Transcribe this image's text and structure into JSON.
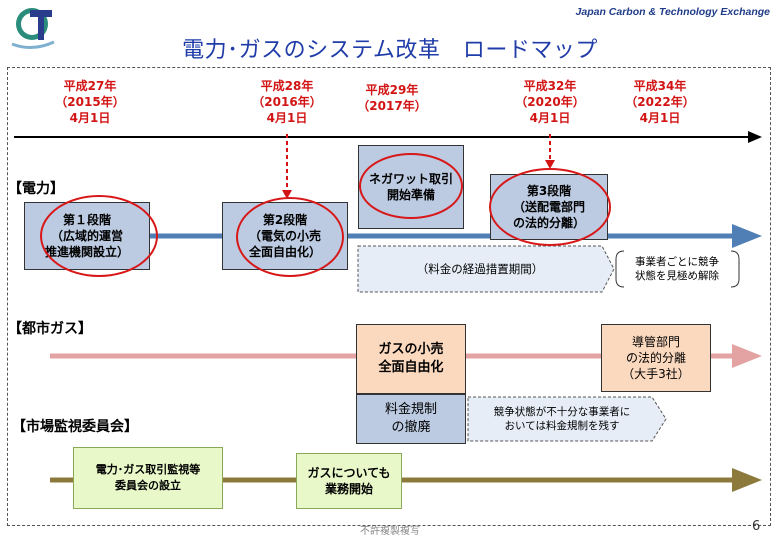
{
  "brand": "Japan Carbon & Technology Exchange",
  "logo_text": "CT",
  "title": "電力･ガスのシステム改革　ロードマップ",
  "timeline": [
    {
      "era": "平成27年",
      "year": "（2015年）",
      "day": "4月1日"
    },
    {
      "era": "平成28年",
      "year": "（2016年）",
      "day": "4月1日"
    },
    {
      "era": "平成29年",
      "year": "（2017年）",
      "day": ""
    },
    {
      "era": "平成32年",
      "year": "（2020年）",
      "day": "4月1日"
    },
    {
      "era": "平成34年",
      "year": "（2022年）",
      "day": "4月1日"
    }
  ],
  "sections": {
    "electric": "【電力】",
    "gas": "【都市ガス】",
    "committee": "【市場監視委員会】"
  },
  "electric": {
    "stage1": "第１段階\n（広域的運営\n推進機関設立）",
    "stage2": "第2段階\n（電気の小売\n全面自由化）",
    "negawatt": "ネガワット取引\n開始準備",
    "stage3": "第3段階\n（送配電部門\nの法的分離）",
    "transition": "（料金の経過措置期間）",
    "judgement": "事業者ごとに競争\n状態を見極め解除"
  },
  "gas": {
    "liberalization": "ガスの小売\n全面自由化",
    "separation": "導管部門\nの法的分離\n（大手3社）",
    "rate_removal": "料金規制\nの撤廃",
    "rate_note": "競争状態が不十分な事業者に\nおいては料金規制を残す"
  },
  "committee": {
    "establish": "電力･ガス取引監視等\n委員会の設立",
    "gas_ops": "ガスについても\n業務開始"
  },
  "footer": "不許複製複写",
  "page_number": "6",
  "colors": {
    "red": "#d21414",
    "title_blue": "#1f3ca8",
    "electric_arrow": "#4f7fb5",
    "gas_arrow": "#e3a3a3",
    "committee_arrow": "#8c7a3c"
  }
}
